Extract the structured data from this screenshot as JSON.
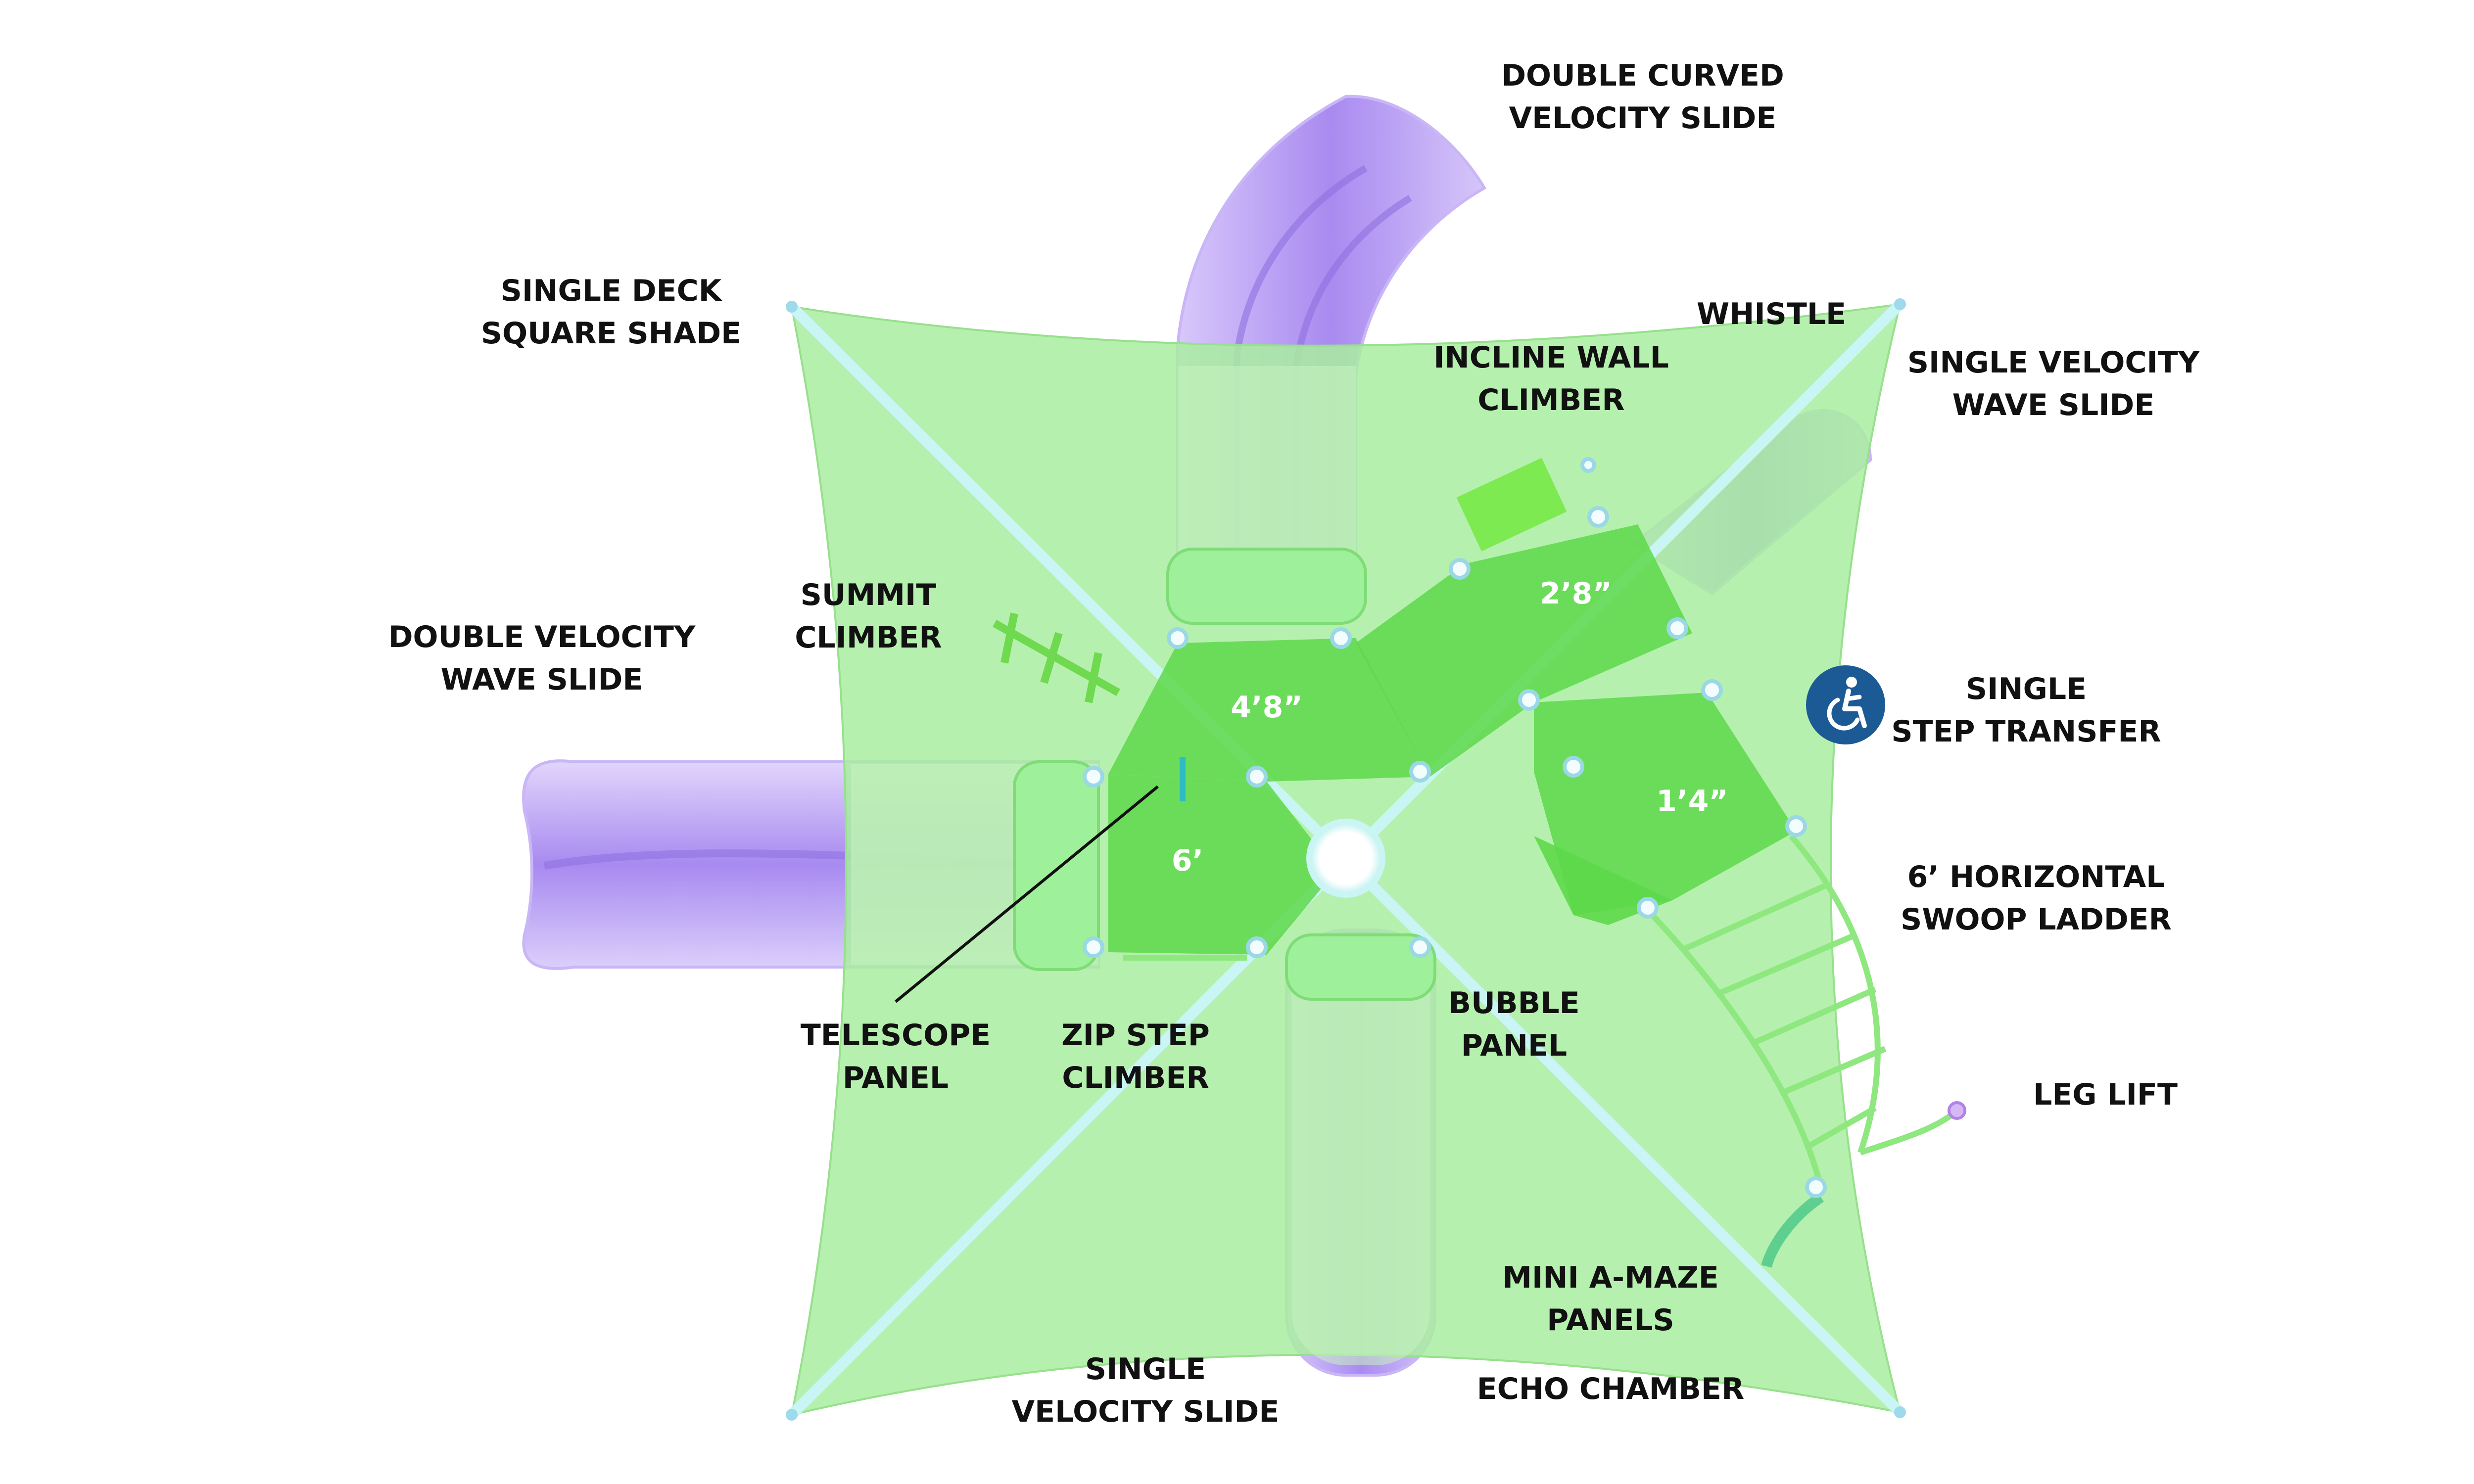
{
  "labels": {
    "double_curved_slide": [
      "DOUBLE CURVED",
      "VELOCITY SLIDE"
    ],
    "single_deck_shade": [
      "SINGLE DECK",
      "SQUARE SHADE"
    ],
    "whistle": [
      "WHISTLE"
    ],
    "incline_wall_climber": [
      "INCLINE WALL",
      "CLIMBER"
    ],
    "single_velocity_wave_slide": [
      "SINGLE VELOCITY",
      "WAVE SLIDE"
    ],
    "summit_climber": [
      "SUMMIT",
      "CLIMBER"
    ],
    "double_velocity_wave_slide": [
      "DOUBLE VELOCITY",
      "WAVE SLIDE"
    ],
    "single_step_transfer": [
      "SINGLE",
      "STEP TRANSFER"
    ],
    "horizontal_swoop_ladder": [
      "6’ HORIZONTAL",
      "SWOOP LADDER"
    ],
    "telescope_panel": [
      "TELESCOPE",
      "PANEL"
    ],
    "zip_step_climber": [
      "ZIP STEP",
      "CLIMBER"
    ],
    "bubble_panel": [
      "BUBBLE",
      "PANEL"
    ],
    "leg_lift": [
      "LEG LIFT"
    ],
    "mini_a_maze_panels": [
      "MINI A-MAZE",
      "PANELS"
    ],
    "single_velocity_slide": [
      "SINGLE",
      "VELOCITY SLIDE"
    ],
    "echo_chamber": [
      "ECHO CHAMBER"
    ]
  },
  "deck_heights": {
    "top_left": "4’8”",
    "left": "6’",
    "upper_right": "2’8”",
    "right": "1’4”"
  },
  "icons": {
    "accessibility": "wheelchair-accessibility-icon"
  },
  "colors": {
    "shade_fill": "#a9eda0",
    "deck_green": "#5ed84a",
    "slide_purple": "#b79cf5",
    "cable_blue": "#bff2f2",
    "access_blue": "#1c5a96",
    "label_text": "#111111"
  }
}
